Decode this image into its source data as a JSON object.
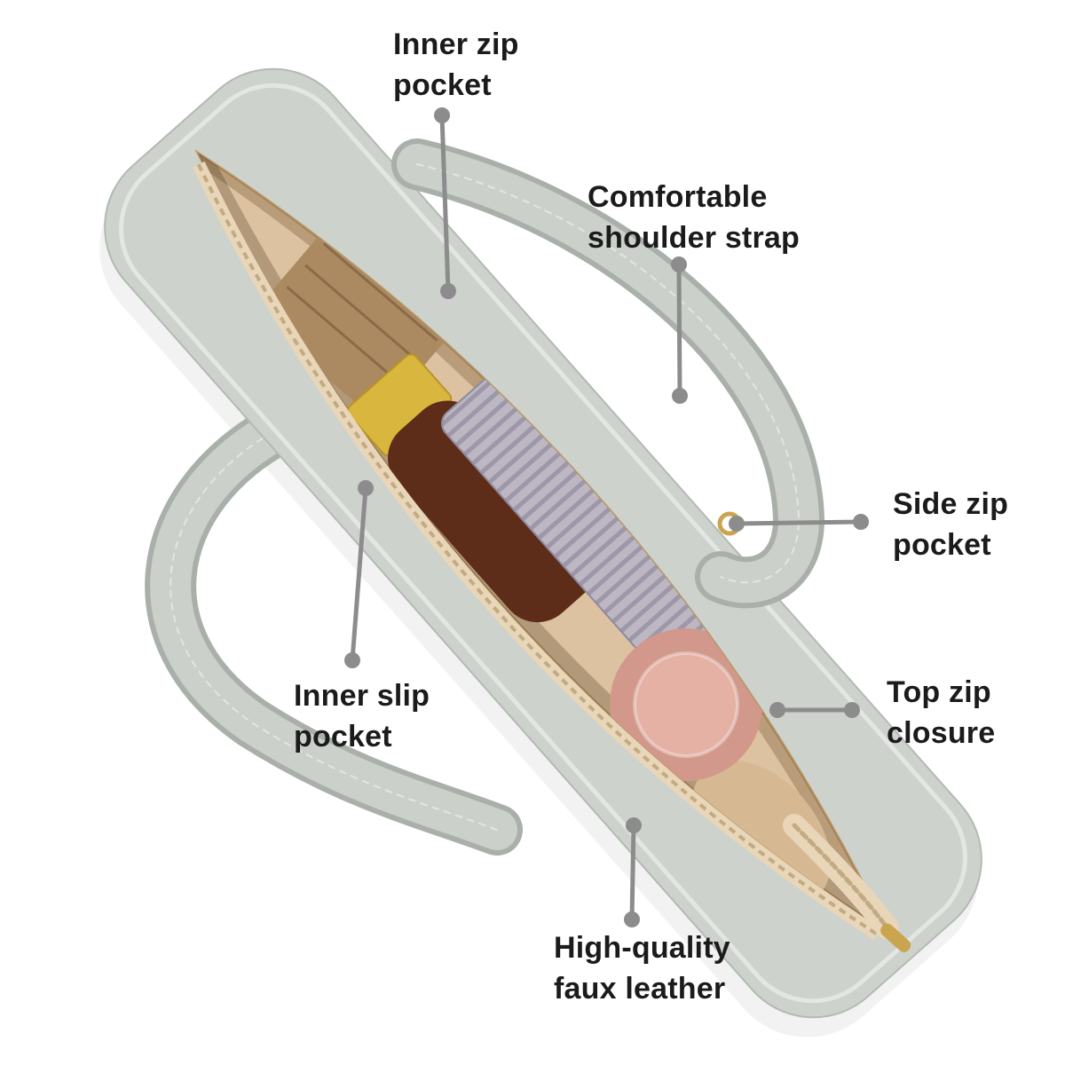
{
  "image": {
    "description": "Top-down photo of an open grey-green faux leather tote bag with feature callouts",
    "background": "#ffffff"
  },
  "callouts": [
    {
      "id": "inner-zip-pocket",
      "line1": "Inner zip",
      "line2": "pocket"
    },
    {
      "id": "comfortable-shoulder-strap",
      "line1": "Comfortable",
      "line2": "shoulder strap"
    },
    {
      "id": "side-zip-pocket",
      "line1": "Side zip",
      "line2": "pocket"
    },
    {
      "id": "top-zip-closure",
      "line1": "Top zip",
      "line2": "closure"
    },
    {
      "id": "inner-slip-pocket",
      "line1": "Inner slip",
      "line2": "pocket"
    },
    {
      "id": "high-quality-faux-leather",
      "line1": "High-quality",
      "line2": "faux leather"
    }
  ],
  "colors": {
    "connector": "#8c8c8c",
    "text": "#1b1b1b",
    "bag_exterior": "#cdd2cc",
    "bag_edge": "#b3bab3",
    "bag_lining": "#dcc2a1",
    "lining_shadow": "#b89868",
    "wallet": "#ab8a62",
    "pleated_item": "#bcb7c3",
    "pleat_shadow": "#9d97a9",
    "leather_pouch": "#5e2d19",
    "gold_tin": "#d9b73f",
    "tumbler_outer": "#d2988b",
    "tumbler_lid": "#e4b1a4",
    "strap": "#cbd1ca",
    "strap_edge": "#a9b0a9",
    "zipper_tape": "#e9d6b9",
    "zipper_teeth": "#c2ab83",
    "gold_hardware": "#caa44e"
  }
}
